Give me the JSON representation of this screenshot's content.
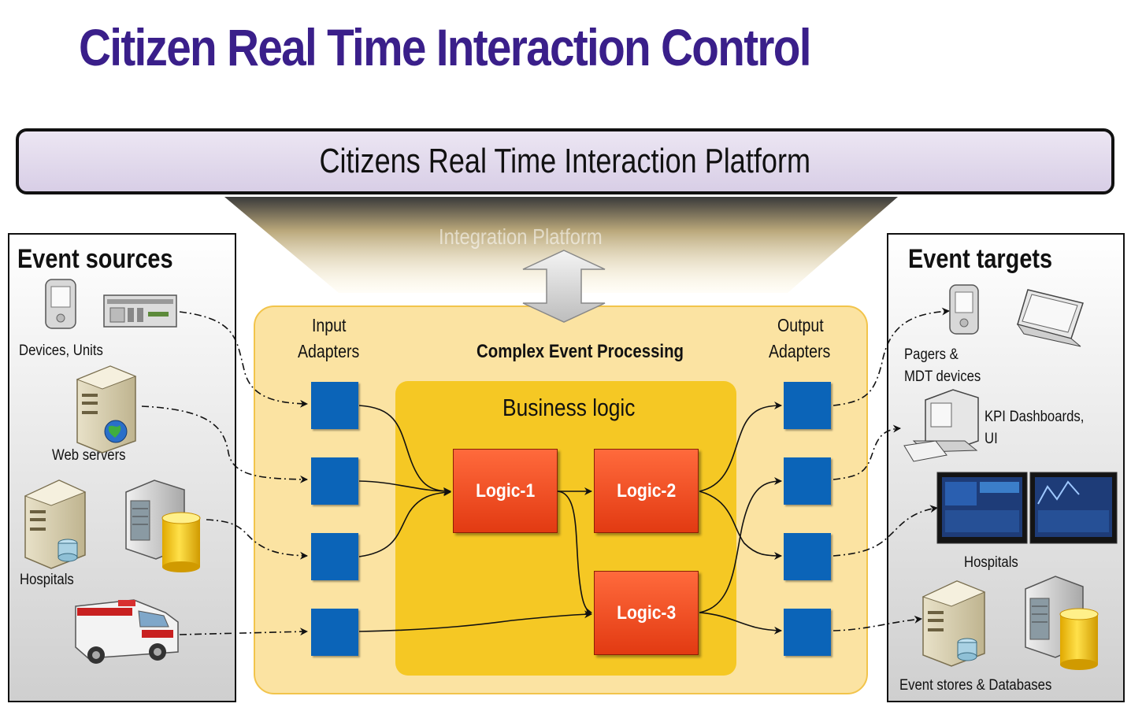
{
  "title": "Citizen Real Time Interaction Control",
  "platform_bar": "Citizens Real Time Interaction Platform",
  "integration_label": "Integration Platform",
  "event_sources": {
    "title": "Event sources",
    "devices_label": "Devices, Units",
    "web_label": "Web servers",
    "hospitals_label": "Hospitals"
  },
  "event_targets": {
    "title": "Event targets",
    "pagers_label_1": "Pagers &",
    "pagers_label_2": "MDT devices",
    "kpi_label_1": "KPI Dashboards,",
    "kpi_label_2": "UI",
    "hospitals_label": "Hospitals",
    "stores_label": "Event stores & Databases"
  },
  "cep": {
    "title": "Complex Event Processing",
    "input_1": "Input",
    "input_2": "Adapters",
    "output_1": "Output",
    "output_2": "Adapters",
    "business_logic": "Business logic",
    "logic_1": "Logic-1",
    "logic_2": "Logic-2",
    "logic_3": "Logic-3"
  },
  "colors": {
    "title": "#3a1f8a",
    "adapter": "#0b64b8",
    "logic": "#e8401a",
    "cep_bg": "#fbe3a2",
    "business_bg": "#f5c824"
  }
}
